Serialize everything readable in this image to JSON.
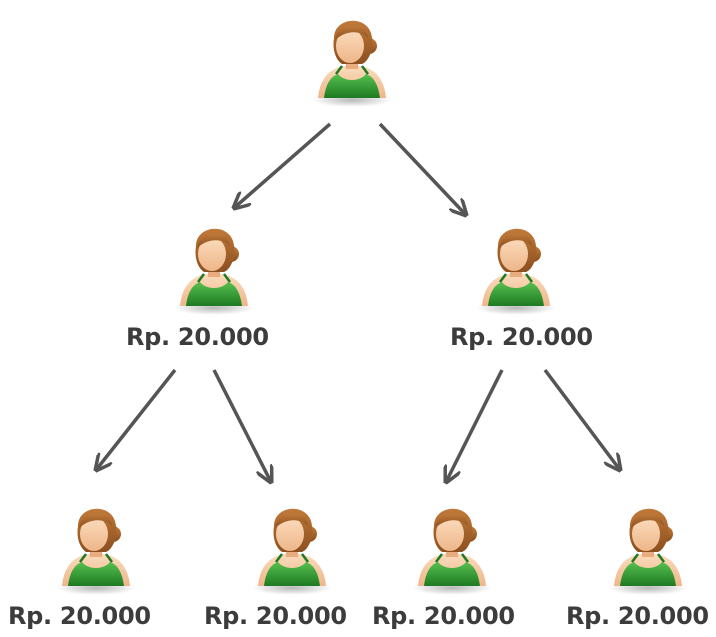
{
  "tree": {
    "icon": "woman-person-icon",
    "colors": {
      "hair": "#a8622a",
      "skin": "#f6c9a0",
      "shirt": "#2e9a2e",
      "arrow": "#555555",
      "label": "#3c3c3c"
    },
    "nodes": [
      {
        "id": "root",
        "level": 0,
        "label": ""
      },
      {
        "id": "l1-left",
        "level": 1,
        "parent": "root",
        "label": "Rp. 20.000"
      },
      {
        "id": "l1-right",
        "level": 1,
        "parent": "root",
        "label": "Rp. 20.000"
      },
      {
        "id": "l2-1",
        "level": 2,
        "parent": "l1-left",
        "label": "Rp. 20.000"
      },
      {
        "id": "l2-2",
        "level": 2,
        "parent": "l1-left",
        "label": "Rp. 20.000"
      },
      {
        "id": "l2-3",
        "level": 2,
        "parent": "l1-right",
        "label": "Rp. 20.000"
      },
      {
        "id": "l2-4",
        "level": 2,
        "parent": "l1-right",
        "label": "Rp. 20.000"
      }
    ]
  }
}
